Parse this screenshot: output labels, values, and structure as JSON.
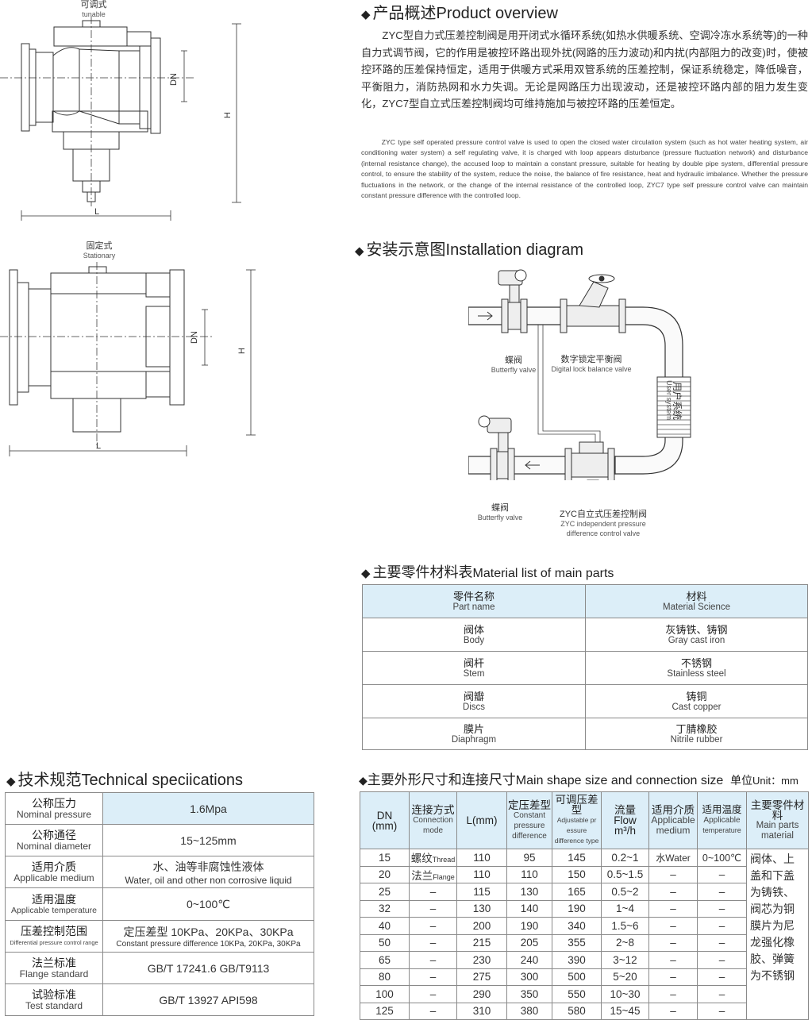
{
  "drawing_top": {
    "label_cn": "可调式",
    "label_en": "tunable",
    "dim_dn": "DN",
    "dim_h": "H",
    "dim_l": "L"
  },
  "drawing_bottom": {
    "label_cn": "固定式",
    "label_en": "Stationary",
    "dim_dn": "DN",
    "dim_h": "H",
    "dim_l": "L"
  },
  "overview": {
    "title_cn": "产品概述",
    "title_en": "Product overview",
    "para_cn": "ZYC型自力式压差控制阀是用开闭式水循环系统(如热水供暖系统、空调冷冻水系统等)的一种自力式调节阀，它的作用是被控环路出现外扰(网路的压力波动)和内扰(内部阻力的改变)时，使被控环路的压差保持恒定，适用于供暖方式采用双管系统的压差控制，保证系统稳定，降低噪音，平衡阻力，消防热网和水力失调。无论是网路压力出现波动，还是被控环路内部的阻力发生变化，ZYC7型自立式压差控制阀均可维持施加与被控环路的压差恒定。",
    "para_en": "ZYC type self operated pressure control valve is used to open the closed water circulation system (such as hot water heating system, air conditioning water system) a self regulating valve, it is charged with loop appears disturbance (pressure fluctuation network) and disturbance (internal resistance change), the accused loop to maintain a constant pressure, suitable for heating by double pipe system, differential pressure control, to ensure the stability of the system, reduce the noise, the balance of fire resistance, heat and hydraulic imbalance. Whether the pressure fluctuations in the network, or the change of the internal resistance of the controlled loop, ZYC7 type self pressure control valve can maintain constant pressure difference with the controlled loop."
  },
  "installation": {
    "title_cn": "安装示意图",
    "title_en": "Installation diagram",
    "butterfly_cn": "蝶阀",
    "butterfly_en": "Butterfly valve",
    "balance_cn": "数字锁定平衡阀",
    "balance_en": "Digital lock balance valve",
    "user_cn": "用户系统",
    "user_en": "User system",
    "zyc_cn": "ZYC自立式压差控制阀",
    "zyc_en1": "ZYC independent pressure",
    "zyc_en2": "difference control valve"
  },
  "materials": {
    "title_cn": "主要零件材料表",
    "title_en": "Material list of main parts",
    "header": {
      "part_cn": "零件名称",
      "part_en": "Part name",
      "mat_cn": "材料",
      "mat_en": "Material Science"
    },
    "rows": [
      {
        "part_cn": "阀体",
        "part_en": "Body",
        "mat_cn": "灰铸铁、铸钢",
        "mat_en": "Gray cast iron"
      },
      {
        "part_cn": "阀杆",
        "part_en": "Stem",
        "mat_cn": "不锈钢",
        "mat_en": "Stainless steel"
      },
      {
        "part_cn": "阀瓣",
        "part_en": "Discs",
        "mat_cn": "铸铜",
        "mat_en": "Cast copper"
      },
      {
        "part_cn": "膜片",
        "part_en": "Diaphragm",
        "mat_cn": "丁腈橡胶",
        "mat_en": "Nitrile rubber"
      }
    ]
  },
  "tech": {
    "title_cn": "技术规范",
    "title_en": "Technical speciications",
    "rows": [
      {
        "k_cn": "公称压力",
        "k_en": "Nominal pressure",
        "v1": "1.6Mpa",
        "v2": ""
      },
      {
        "k_cn": "公称通径",
        "k_en": "Nominal diameter",
        "v1": "15~125mm",
        "v2": ""
      },
      {
        "k_cn": "适用介质",
        "k_en": "Applicable medium",
        "v1": "水、油等非腐蚀性液体",
        "v2": "Water, oil and other non corrosive liquid"
      },
      {
        "k_cn": "适用温度",
        "k_en": "Applicable temperature",
        "v1": "0~100℃",
        "v2": ""
      },
      {
        "k_cn": "压差控制范围",
        "k_en": "Differential pressure control range",
        "v1": "定压差型 10KPa、20KPa、30KPa",
        "v2": "Constant pressure difference 10KPa, 20KPa, 30KPa"
      },
      {
        "k_cn": "法兰标准",
        "k_en": "Flange standard",
        "v1": "GB/T 17241.6 GB/T9113",
        "v2": ""
      },
      {
        "k_cn": "试验标准",
        "k_en": "Test standard",
        "v1": "GB/T 13927  API598",
        "v2": ""
      }
    ]
  },
  "dims": {
    "title_cn": "主要外形尺寸和连接尺寸",
    "title_en": "Main shape size and connection size",
    "unit_cn": "单位",
    "unit_en": "Unit：mm",
    "headers": {
      "dn_cn": "DN",
      "dn_en": "(mm)",
      "conn_cn": "连接方式",
      "conn_en1": "Connection",
      "conn_en2": "mode",
      "l": "L(mm)",
      "const_cn": "定压差型",
      "const_en1": "Constant",
      "const_en2": "pressure",
      "const_en3": "difference",
      "adj_cn": "可调压差型",
      "adj_en1": "Adjustable pr",
      "adj_en2": "essure",
      "adj_en3": "difference type",
      "flow_cn": "流量",
      "flow_en": "Flow",
      "flow_unit": "m³/h",
      "med_cn": "适用介质",
      "med_en1": "Applicable",
      "med_en2": "medium",
      "temp_cn": "适用温度",
      "temp_en1": "Applicable",
      "temp_en2": "temperature",
      "mp_cn": "主要零件材料",
      "mp_en1": "Main parts",
      "mp_en2": "material"
    },
    "rows": [
      {
        "dn": "15",
        "conn": "螺纹",
        "conn_en": "Thread",
        "l": "110",
        "c": "95",
        "a": "145",
        "f": "0.2~1",
        "m": "水Water",
        "t": "0~100℃"
      },
      {
        "dn": "20",
        "conn": "法兰",
        "conn_en": "Flange",
        "l": "110",
        "c": "110",
        "a": "150",
        "f": "0.5~1.5",
        "m": "–",
        "t": "–"
      },
      {
        "dn": "25",
        "conn": "–",
        "conn_en": "",
        "l": "115",
        "c": "130",
        "a": "165",
        "f": "0.5~2",
        "m": "–",
        "t": "–"
      },
      {
        "dn": "32",
        "conn": "–",
        "conn_en": "",
        "l": "130",
        "c": "140",
        "a": "190",
        "f": "1~4",
        "m": "–",
        "t": "–"
      },
      {
        "dn": "40",
        "conn": "–",
        "conn_en": "",
        "l": "200",
        "c": "190",
        "a": "340",
        "f": "1.5~6",
        "m": "–",
        "t": "–"
      },
      {
        "dn": "50",
        "conn": "–",
        "conn_en": "",
        "l": "215",
        "c": "205",
        "a": "355",
        "f": "2~8",
        "m": "–",
        "t": "–"
      },
      {
        "dn": "65",
        "conn": "–",
        "conn_en": "",
        "l": "230",
        "c": "240",
        "a": "390",
        "f": "3~12",
        "m": "–",
        "t": "–"
      },
      {
        "dn": "80",
        "conn": "–",
        "conn_en": "",
        "l": "275",
        "c": "300",
        "a": "500",
        "f": "5~20",
        "m": "–",
        "t": "–"
      },
      {
        "dn": "100",
        "conn": "–",
        "conn_en": "",
        "l": "290",
        "c": "350",
        "a": "550",
        "f": "10~30",
        "m": "–",
        "t": "–"
      },
      {
        "dn": "125",
        "conn": "–",
        "conn_en": "",
        "l": "310",
        "c": "380",
        "a": "580",
        "f": "15~45",
        "m": "–",
        "t": "–"
      }
    ],
    "main_parts": "阀体、上盖和下盖为铸铁、阀芯为铜膜片为尼龙强化橡胶、弹簧为不锈钢"
  }
}
